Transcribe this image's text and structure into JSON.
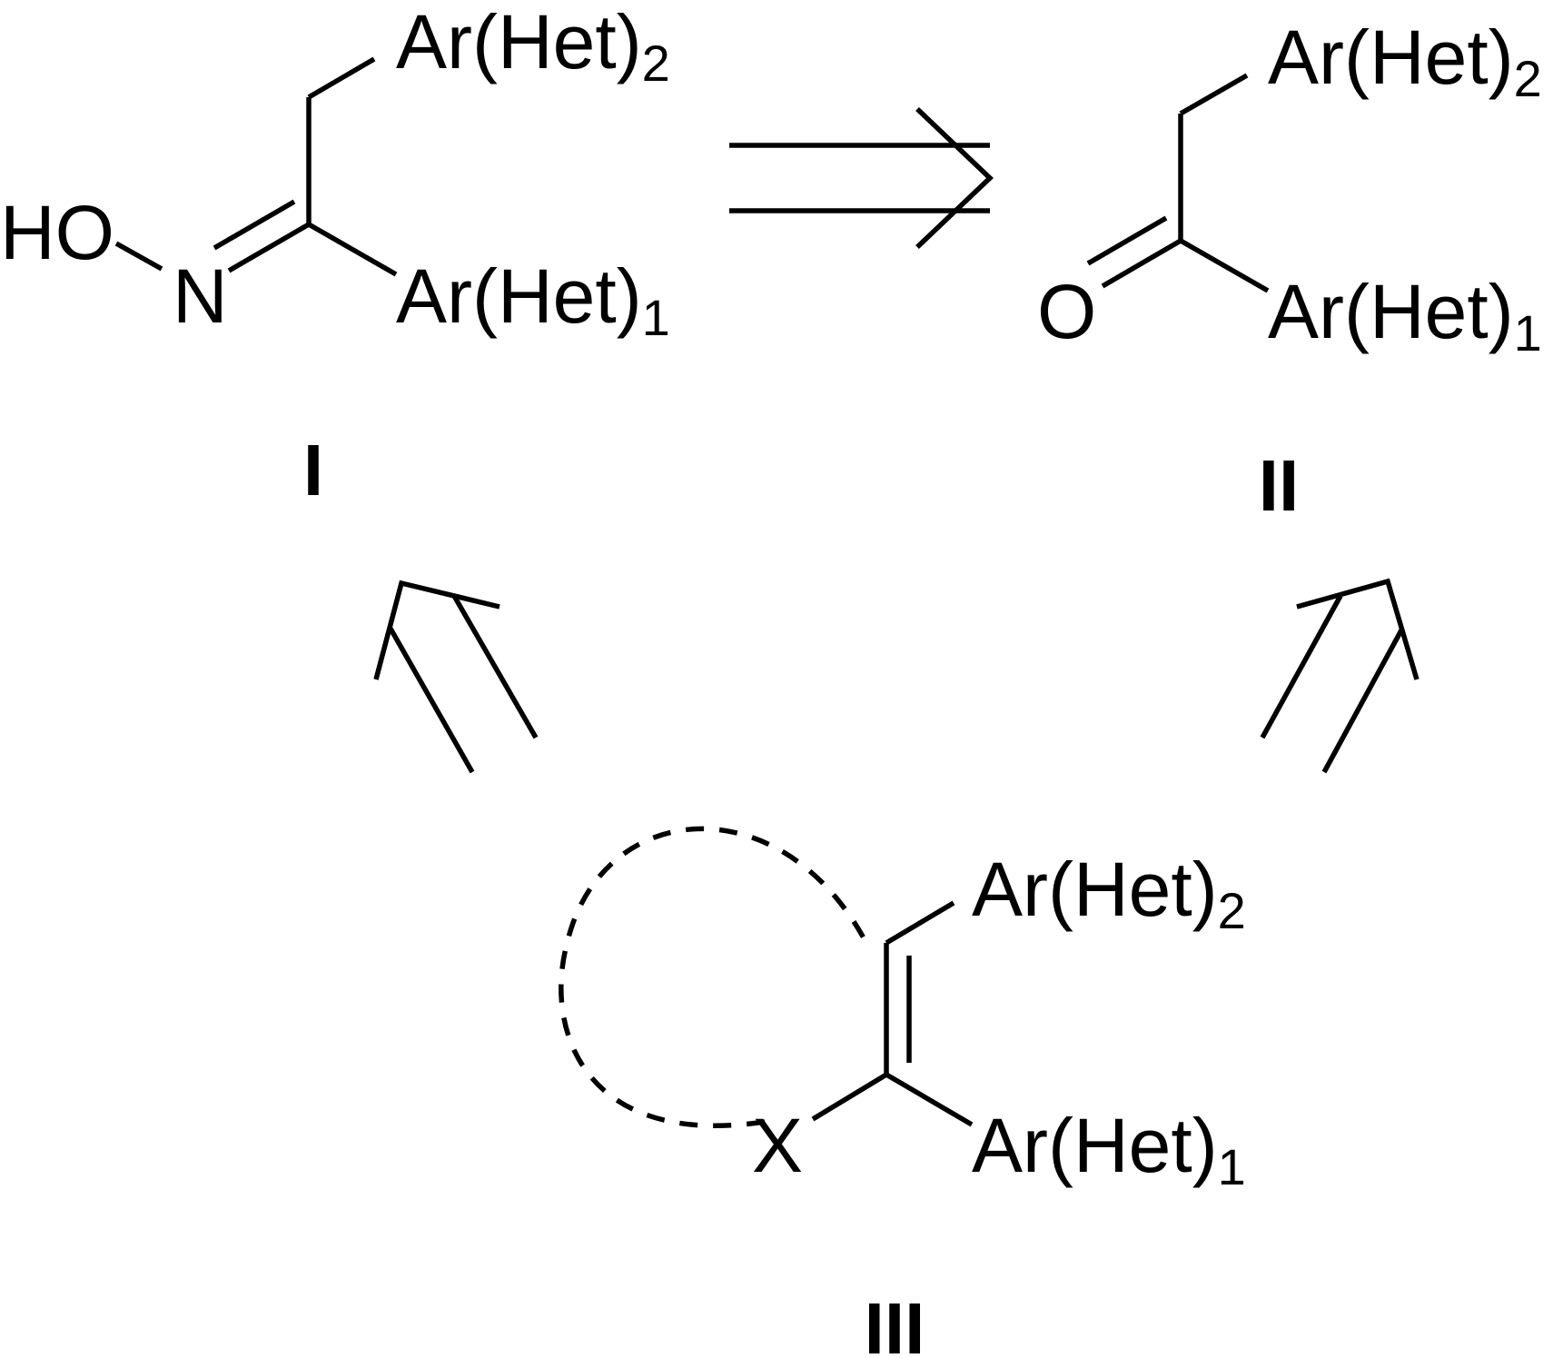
{
  "compounds": {
    "I": {
      "label": "I",
      "hydroxyl": "HO",
      "nitrogen": "N",
      "group2": {
        "text": "Ar(Het)",
        "sub": "2"
      },
      "group1": {
        "text": "Ar(Het)",
        "sub": "1"
      }
    },
    "II": {
      "label": "II",
      "oxygen": "O",
      "group2": {
        "text": "Ar(Het)",
        "sub": "2"
      },
      "group1": {
        "text": "Ar(Het)",
        "sub": "1"
      }
    },
    "III": {
      "label": "III",
      "heteroatom": "X",
      "group2": {
        "text": "Ar(Het)",
        "sub": "2"
      },
      "group1": {
        "text": "Ar(Het)",
        "sub": "1"
      }
    }
  },
  "arrows": [
    {
      "from": "I",
      "to": "II",
      "style": "retrosynthetic"
    },
    {
      "from": "III",
      "to": "I",
      "style": "retrosynthetic"
    },
    {
      "from": "III",
      "to": "II",
      "style": "retrosynthetic"
    }
  ]
}
